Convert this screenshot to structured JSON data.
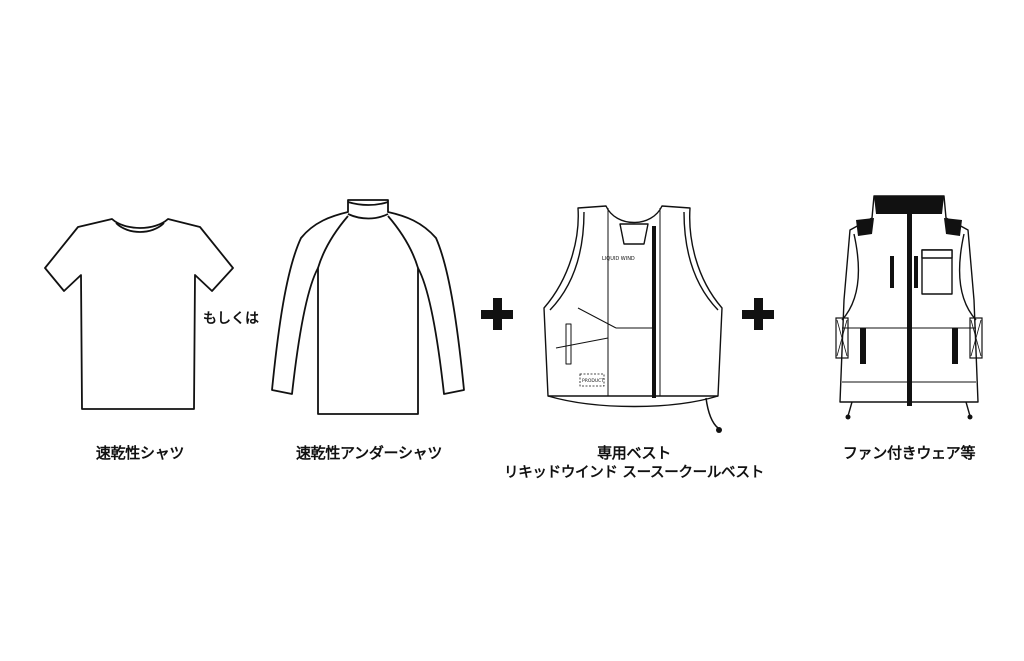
{
  "items": [
    {
      "label": "速乾性シャツ",
      "icon": "tshirt-icon"
    },
    {
      "label": "速乾性アンダーシャツ",
      "icon": "long-sleeve-undershirt-icon"
    },
    {
      "label_line1": "専用ベスト",
      "label_line2": "リキッドウインド スースークールベスト",
      "icon": "cooling-vest-icon",
      "brand_text": "LIQUID WIND",
      "patch_text": "PRODUCT"
    },
    {
      "label": "ファン付きウェア等",
      "icon": "fan-vest-icon"
    }
  ],
  "connector_or": "もしくは",
  "connector_plus": "+"
}
